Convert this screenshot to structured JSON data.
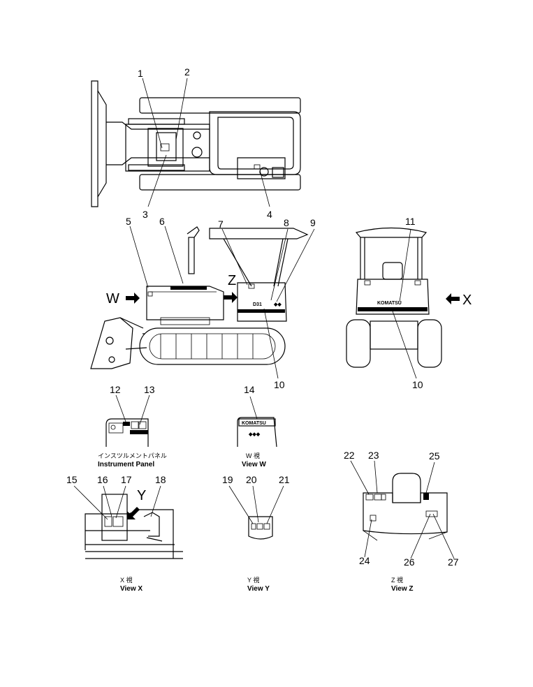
{
  "callouts": [
    "1",
    "2",
    "3",
    "4",
    "5",
    "6",
    "7",
    "8",
    "9",
    "10",
    "11",
    "12",
    "13",
    "14",
    "15",
    "16",
    "17",
    "18",
    "19",
    "20",
    "21",
    "22",
    "23",
    "24",
    "25",
    "26",
    "27"
  ],
  "view_arrows": {
    "w": "W",
    "z": "Z",
    "x": "X",
    "y": "Y"
  },
  "decals": {
    "model": "D31",
    "brand": "KOMATSU",
    "brand_boxed": "KOMATSU"
  },
  "captions": {
    "instrument_jp": "インスツルメントパネル",
    "instrument_en": "Instrument  Panel",
    "view_w_jp": "W  視",
    "view_w_en": "View  W",
    "view_x_jp": "X  視",
    "view_x_en": "View  X",
    "view_y_jp": "Y  視",
    "view_y_en": "View  Y",
    "view_z_jp": "Z  視",
    "view_z_en": "View  Z"
  }
}
